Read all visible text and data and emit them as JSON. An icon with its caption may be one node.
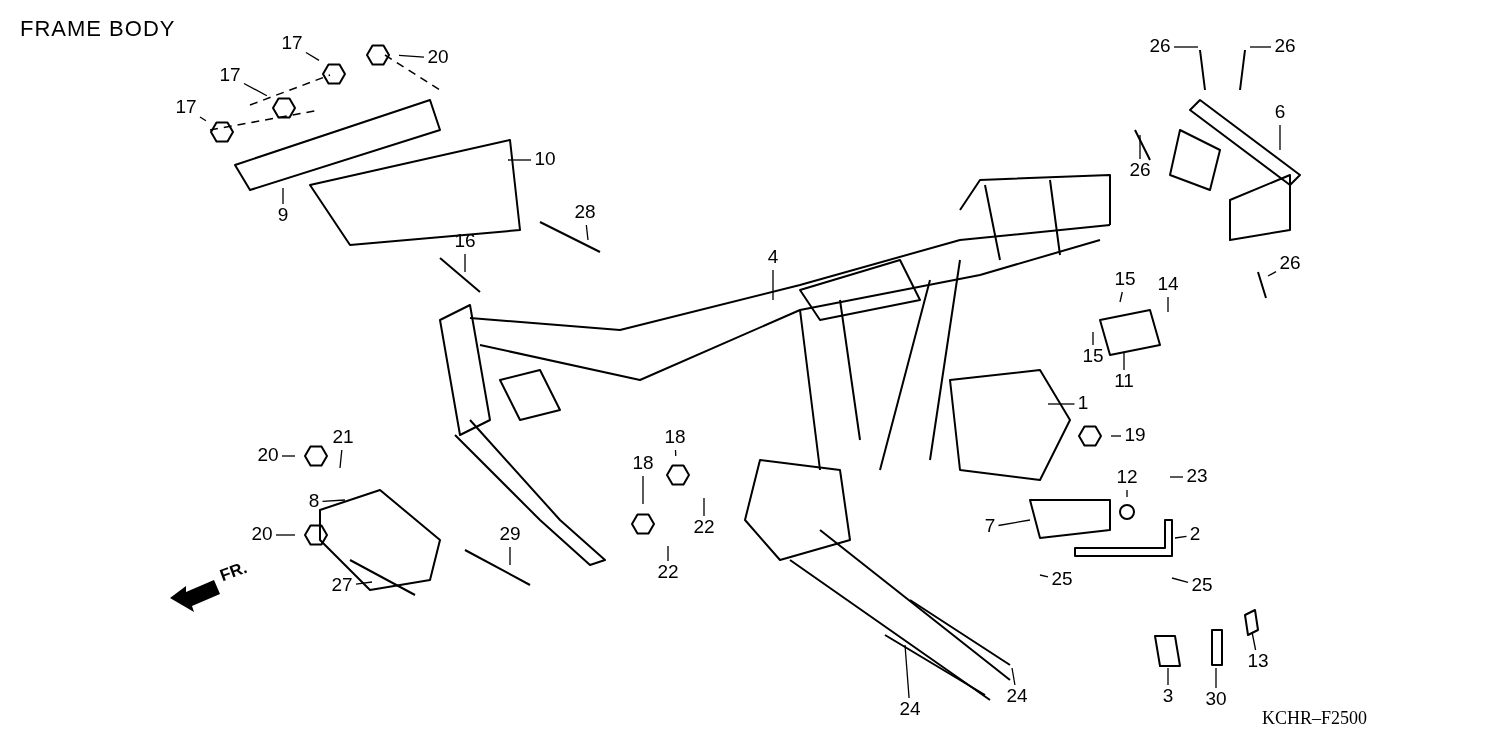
{
  "diagram": {
    "title": "FRAME BODY",
    "nodes": [
      {
        "text": [
          "17"
        ]
      },
      {
        "text": [
          "20"
        ]
      },
      {
        "text": [
          "26"
        ]
      },
      {
        "text": [
          "26"
        ]
      },
      {
        "text": [
          "17"
        ]
      },
      {
        "text": [
          "17"
        ]
      },
      {
        "text": [
          "6"
        ]
      },
      {
        "text": [
          "10"
        ]
      },
      {
        "text": [
          "26"
        ]
      },
      {
        "text": [
          "9"
        ]
      },
      {
        "text": [
          "28"
        ]
      },
      {
        "text": [
          "16"
        ]
      },
      {
        "text": [
          "4"
        ]
      },
      {
        "text": [
          "15"
        ]
      },
      {
        "text": [
          "14"
        ]
      },
      {
        "text": [
          "26"
        ]
      },
      {
        "text": [
          "15"
        ]
      },
      {
        "text": [
          "11"
        ]
      },
      {
        "text": [
          "1"
        ]
      },
      {
        "text": [
          "21"
        ]
      },
      {
        "text": [
          "18"
        ]
      },
      {
        "text": [
          "19"
        ]
      },
      {
        "text": [
          "20"
        ]
      },
      {
        "text": [
          "18"
        ]
      },
      {
        "text": [
          "23"
        ]
      },
      {
        "text": [
          "12"
        ]
      },
      {
        "text": [
          "8"
        ]
      },
      {
        "text": [
          "22"
        ]
      },
      {
        "text": [
          "7"
        ]
      },
      {
        "text": [
          "2"
        ]
      },
      {
        "text": [
          "20"
        ]
      },
      {
        "text": [
          "29"
        ]
      },
      {
        "text": [
          "22"
        ]
      },
      {
        "text": [
          "25"
        ]
      },
      {
        "text": [
          "25"
        ]
      },
      {
        "text": [
          "27"
        ]
      },
      {
        "text": [
          "13"
        ]
      },
      {
        "text": [
          "24"
        ]
      },
      {
        "text": [
          "24"
        ]
      },
      {
        "text": [
          "3"
        ]
      },
      {
        "text": [
          "30"
        ]
      }
    ],
    "edges": [
      {
        "from": 0,
        "to": null,
        "arrow": "none"
      },
      {
        "from": 1,
        "to": null,
        "arrow": "none"
      },
      {
        "from": 2,
        "to": null,
        "arrow": "none"
      },
      {
        "from": 3,
        "to": null,
        "arrow": "none"
      },
      {
        "from": 4,
        "to": null,
        "arrow": "none"
      },
      {
        "from": 5,
        "to": null,
        "arrow": "none"
      },
      {
        "from": 6,
        "to": null,
        "arrow": "none"
      },
      {
        "from": 7,
        "to": null,
        "arrow": "none"
      },
      {
        "from": 8,
        "to": null,
        "arrow": "none"
      },
      {
        "from": 9,
        "to": null,
        "arrow": "none"
      },
      {
        "from": 10,
        "to": null,
        "arrow": "none"
      },
      {
        "from": 11,
        "to": null,
        "arrow": "none"
      },
      {
        "from": 12,
        "to": null,
        "arrow": "none"
      },
      {
        "from": 13,
        "to": null,
        "arrow": "none"
      },
      {
        "from": 14,
        "to": null,
        "arrow": "none"
      },
      {
        "from": 15,
        "to": null,
        "arrow": "none"
      },
      {
        "from": 16,
        "to": null,
        "arrow": "none"
      },
      {
        "from": 17,
        "to": null,
        "arrow": "none"
      },
      {
        "from": 18,
        "to": null,
        "arrow": "none"
      },
      {
        "from": 19,
        "to": null,
        "arrow": "none"
      },
      {
        "from": 20,
        "to": null,
        "arrow": "none"
      },
      {
        "from": 21,
        "to": null,
        "arrow": "none"
      },
      {
        "from": 22,
        "to": null,
        "arrow": "none"
      },
      {
        "from": 23,
        "to": null,
        "arrow": "none"
      },
      {
        "from": 24,
        "to": null,
        "arrow": "none"
      },
      {
        "from": 25,
        "to": null,
        "arrow": "none"
      },
      {
        "from": 26,
        "to": null,
        "arrow": "none"
      },
      {
        "from": 27,
        "to": null,
        "arrow": "none"
      },
      {
        "from": 28,
        "to": null,
        "arrow": "none"
      },
      {
        "from": 29,
        "to": null,
        "arrow": "none"
      },
      {
        "from": 30,
        "to": null,
        "arrow": "none"
      },
      {
        "from": 31,
        "to": null,
        "arrow": "none"
      },
      {
        "from": 32,
        "to": null,
        "arrow": "none"
      },
      {
        "from": 33,
        "to": null,
        "arrow": "none"
      },
      {
        "from": 34,
        "to": null,
        "arrow": "none"
      },
      {
        "from": 35,
        "to": null,
        "arrow": "none"
      },
      {
        "from": 36,
        "to": null,
        "arrow": "none"
      },
      {
        "from": 37,
        "to": null,
        "arrow": "none"
      },
      {
        "from": 38,
        "to": null,
        "arrow": "none"
      },
      {
        "from": 39,
        "to": null,
        "arrow": "none"
      },
      {
        "from": 40,
        "to": null,
        "arrow": "none"
      }
    ],
    "labels": [
      "FR.",
      "KCHR–F2500"
    ]
  }
}
